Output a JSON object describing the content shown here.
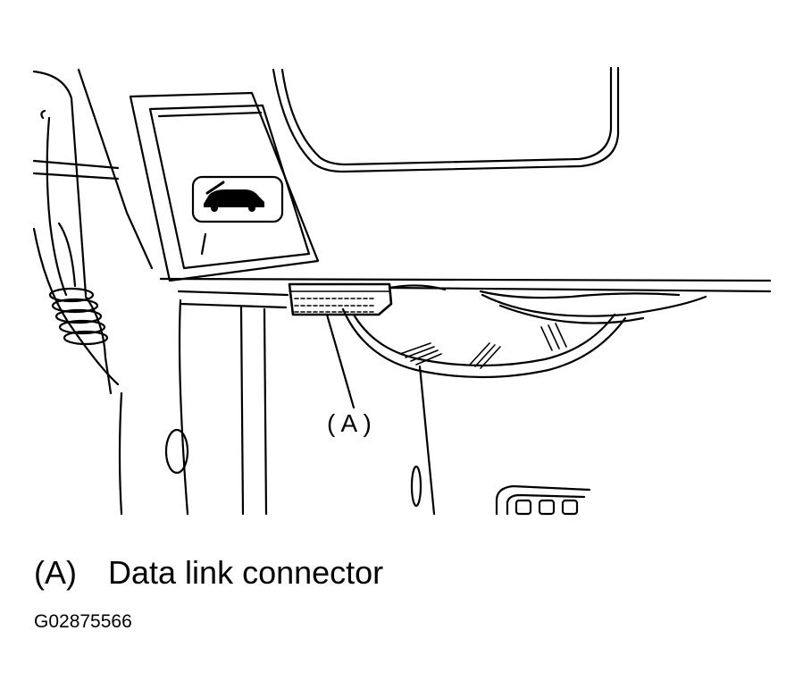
{
  "illustration": {
    "callout_label": "( A )",
    "ink_color": "#000000",
    "icons": [
      "hood-release-icon"
    ]
  },
  "caption": {
    "marker": "(A)",
    "text": "Data link connector"
  },
  "figure_code": "G02875566"
}
